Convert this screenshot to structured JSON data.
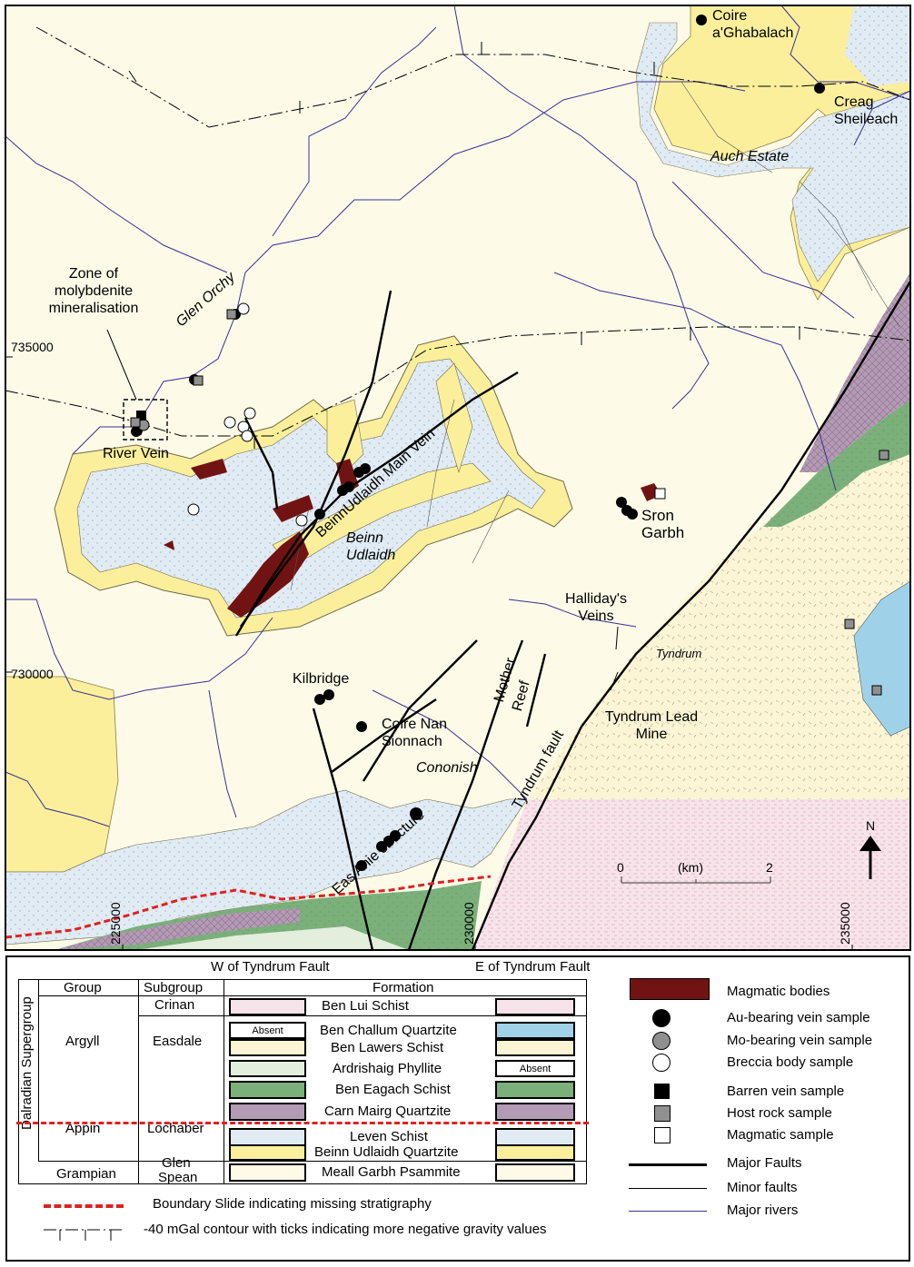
{
  "labels": {
    "coire_ghabalach": [
      "Coire",
      "a'Ghabalach"
    ],
    "creag_sheileach": [
      "Creag",
      "Sheileach"
    ],
    "auch_estate": "Auch Estate",
    "zone_moly": [
      "Zone of",
      "molybdenite",
      "mineralisation"
    ],
    "glen_orchy": "Glen Orchy",
    "river_vein": "River Vein",
    "main_vein": "BeinnUdlaidh Main Vein",
    "beinn_udlaidh": [
      "Beinn",
      "Udlaidh"
    ],
    "sron_garbh": [
      "Sron",
      "Garbh"
    ],
    "hallidays": [
      "Halliday's",
      "Veins"
    ],
    "mother_reef": [
      "Mother",
      "Reef"
    ],
    "kilbridge": "Kilbridge",
    "coire_nan": [
      "Coire Nan",
      "Sionnach"
    ],
    "cononish": "Cononish",
    "tyndrum": "Tyndrum",
    "tyndrum_lead": [
      "Tyndrum Lead",
      "Mine"
    ],
    "tyndrum_fault": "Tyndrum fault",
    "eas_anie": "Eas Anie structure",
    "north": "N",
    "northing_735000": "735000",
    "northing_730000": "730000",
    "easting_225000": "225000",
    "easting_230000": "230000",
    "easting_235000": "235000",
    "scale_0": "0",
    "scale_km": "(km)",
    "scale_2": "2"
  },
  "legend": {
    "w_fault": "W of Tyndrum Fault",
    "e_fault": "E of Tyndrum Fault",
    "col_group": "Group",
    "col_subgroup": "Subgroup",
    "col_formation": "Formation",
    "supergroup": "Dalradian Supergroup",
    "groups": [
      "Argyll",
      "Appin",
      "Grampian"
    ],
    "subgroups": [
      "Crinan",
      "Easdale",
      "Lochaber",
      "Glen",
      "Spean"
    ],
    "formations": [
      "Ben Lui Schist",
      "Ben Challum Quartzite",
      "Ben Lawers Schist",
      "Ardrishaig Phyllite",
      "Ben Eagach Schist",
      "Carn Mairg Quartzite",
      "Leven Schist",
      "Beinn Udlaidh Quartzite",
      "Meall Garbh Psammite"
    ],
    "absent": "Absent",
    "symbols": [
      "Magmatic bodies",
      "Au-bearing vein sample",
      "Mo-bearing vein sample",
      "Breccia body sample",
      "Barren vein sample",
      "Host rock sample",
      "Magmatic sample",
      "Major Faults",
      "Minor faults",
      "Major rivers"
    ],
    "boundary_slide": "Boundary Slide indicating missing stratigraphy",
    "gravity": "-40 mGal contour with ticks indicating more negative gravity values"
  },
  "colors": {
    "background": "#fdfbe8",
    "quartzite": "#fbef9c",
    "leven_schist": "#e1ebf4",
    "ben_lawers": "#fbf5d6",
    "ben_lui": "#f7e4ea",
    "ben_eagach": "#7bb07b",
    "carn_mairg": "#b49bb5",
    "ben_challum": "#9fd2e9",
    "ardrishaig": "#e3eedd",
    "magmatic": "#721313",
    "river": "#3a2f93",
    "boundary_slide": "#dd2222"
  }
}
